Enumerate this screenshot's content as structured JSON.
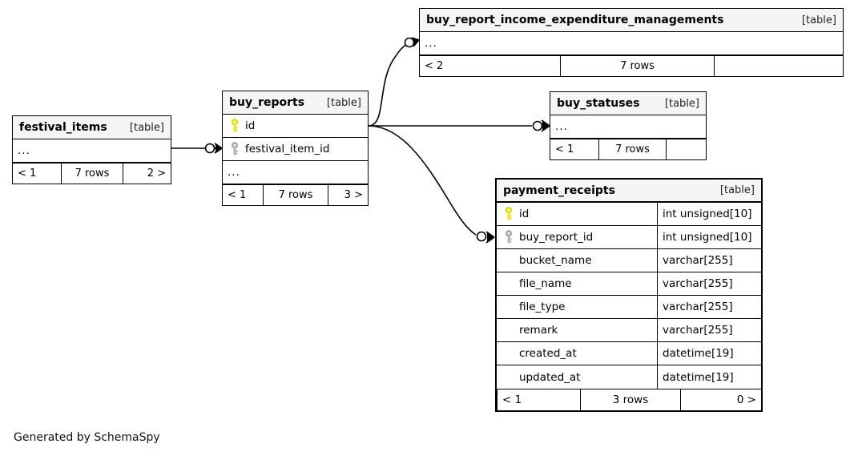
{
  "diagram": {
    "kind_label": "[table]",
    "ellipsis": "...",
    "footer_note": "Generated by SchemaSpy",
    "colors": {
      "primary_key": "#e8e800",
      "foreign_key": "#b0b0b0",
      "header_bg": "#f5f5f5",
      "border": "#000000",
      "background": "#ffffff"
    },
    "tables": [
      {
        "id": "festival_items",
        "name": "festival_items",
        "kind": "[table]",
        "columns": [],
        "has_ellipsis_row": true,
        "footer": {
          "left": "< 1",
          "center": "7 rows",
          "right": "2 >"
        }
      },
      {
        "id": "buy_reports",
        "name": "buy_reports",
        "kind": "[table]",
        "columns": [
          {
            "name": "id",
            "key": "primary",
            "type": ""
          },
          {
            "name": "festival_item_id",
            "key": "foreign",
            "type": ""
          }
        ],
        "has_ellipsis_row": true,
        "footer": {
          "left": "< 1",
          "center": "7 rows",
          "right": "3 >"
        }
      },
      {
        "id": "buy_report_income_expenditure_managements",
        "name": "buy_report_income_expenditure_managements",
        "kind": "[table]",
        "columns": [],
        "has_ellipsis_row": true,
        "footer": {
          "left": "< 2",
          "center": "7 rows",
          "right": ""
        }
      },
      {
        "id": "buy_statuses",
        "name": "buy_statuses",
        "kind": "[table]",
        "columns": [],
        "has_ellipsis_row": true,
        "footer": {
          "left": "< 1",
          "center": "7 rows",
          "right": ""
        }
      },
      {
        "id": "payment_receipts",
        "name": "payment_receipts",
        "kind": "[table]",
        "columns": [
          {
            "name": "id",
            "key": "primary",
            "type": "int unsigned[10]"
          },
          {
            "name": "buy_report_id",
            "key": "foreign",
            "type": "int unsigned[10]"
          },
          {
            "name": "bucket_name",
            "key": "none",
            "type": "varchar[255]"
          },
          {
            "name": "file_name",
            "key": "none",
            "type": "varchar[255]"
          },
          {
            "name": "file_type",
            "key": "none",
            "type": "varchar[255]"
          },
          {
            "name": "remark",
            "key": "none",
            "type": "varchar[255]"
          },
          {
            "name": "created_at",
            "key": "none",
            "type": "datetime[19]"
          },
          {
            "name": "updated_at",
            "key": "none",
            "type": "datetime[19]"
          }
        ],
        "has_ellipsis_row": false,
        "footer": {
          "left": "< 1",
          "center": "3 rows",
          "right": "0 >"
        }
      }
    ],
    "relationships": [
      {
        "from": "festival_items",
        "to": "buy_reports",
        "to_column": "festival_item_id"
      },
      {
        "from": "buy_reports",
        "to": "buy_report_income_expenditure_managements",
        "to_column": ""
      },
      {
        "from": "buy_reports",
        "to": "buy_statuses",
        "to_column": ""
      },
      {
        "from": "buy_reports",
        "to": "payment_receipts",
        "to_column": "buy_report_id"
      }
    ]
  }
}
